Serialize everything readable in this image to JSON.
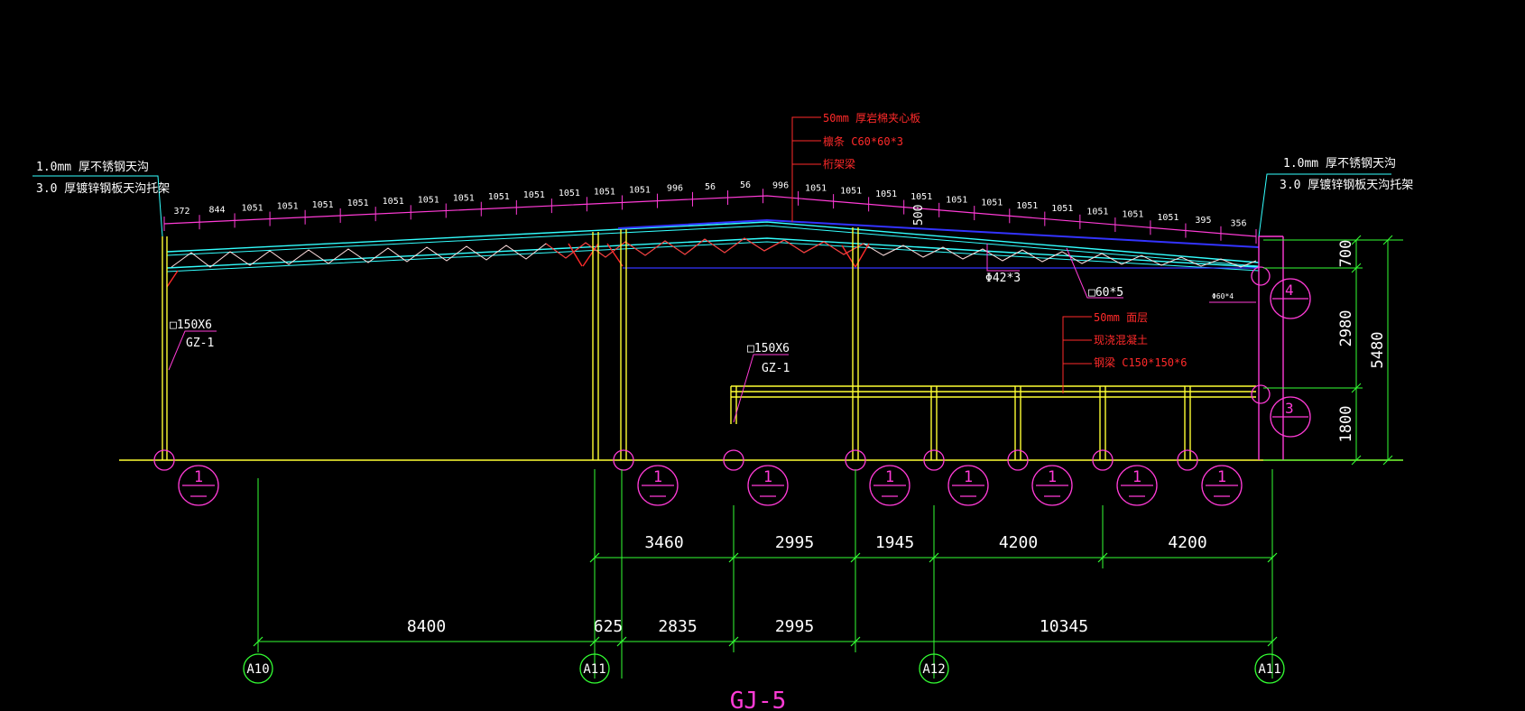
{
  "title": "GJ-5",
  "colors": {
    "background": "#000000",
    "magenta": "#ff3bd6",
    "yellow": "#ffff33",
    "cyan": "#33ffff",
    "green": "#33ff33",
    "red": "#ff2a2a",
    "blue": "#3333ff",
    "white": "#ffffff"
  },
  "gutter_left": {
    "line1": "1.0mm 厚不锈钢天沟",
    "line2": "3.0 厚镀锌钢板天沟托架"
  },
  "gutter_right": {
    "line1": "1.0mm 厚不锈钢天沟",
    "line2": "3.0 厚镀锌钢板天沟托架"
  },
  "roof_callout": {
    "line1": "50mm 厚岩棉夹心板",
    "line2": "檩条 C60*60*3",
    "line3": "桁架梁"
  },
  "floor_callout": {
    "line1": "50mm 面层",
    "line2": "现浇混凝土",
    "line3": "钢梁 C150*150*6"
  },
  "column_left": {
    "section": "□150X6",
    "name": "GZ-1"
  },
  "column_mid": {
    "section": "□150X6",
    "name": "GZ-1"
  },
  "purlin_spacing": [
    "372",
    "844",
    "1051",
    "1051",
    "1051",
    "1051",
    "1051",
    "1051",
    "1051",
    "1051",
    "1051",
    "1051",
    "1051",
    "1051",
    "996",
    "56",
    "56",
    "996",
    "1051",
    "1051",
    "1051",
    "1051",
    "1051",
    "1051",
    "1051",
    "1051",
    "1051",
    "1051",
    "1051",
    "395",
    "356"
  ],
  "truss_labels": {
    "depth": "500",
    "rod": "Φ42*3",
    "chord": "□60*5",
    "small": "Φ60*4"
  },
  "right_dims": {
    "d1": "700",
    "d2": "2980",
    "d3": "1800",
    "total": "5480"
  },
  "detail_marks": {
    "top": "4",
    "mid": "3",
    "bottom": "1"
  },
  "upper_dims": [
    "3460",
    "2995",
    "1945",
    "4200",
    "4200"
  ],
  "lower_dims": [
    "8400",
    "625",
    "2835",
    "2995",
    "10345"
  ],
  "grid_labels": [
    "A10",
    "A11",
    "A12",
    "A11"
  ]
}
